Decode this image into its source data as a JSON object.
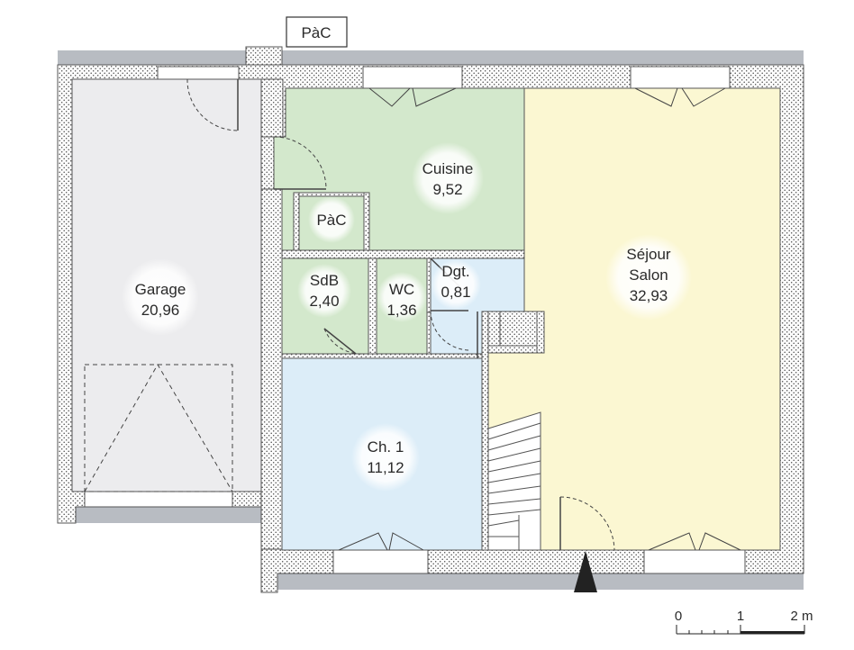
{
  "outside_labels": {
    "pac_outdoor": "PàC"
  },
  "rooms": {
    "cuisine": {
      "name": "Cuisine",
      "area": "9,52",
      "color": "#d3e8cc"
    },
    "sejour": {
      "name1": "Séjour",
      "name2": "Salon",
      "area": "32,93",
      "color": "#fbf7d2"
    },
    "garage": {
      "name": "Garage",
      "area": "20,96",
      "color": "#ececee"
    },
    "pac": {
      "name": "PàC",
      "color": "#d3e8cc"
    },
    "sdb": {
      "name": "SdB",
      "area": "2,40",
      "color": "#d3e8cc"
    },
    "wc": {
      "name": "WC",
      "area": "1,36",
      "color": "#d3e8cc"
    },
    "dgt": {
      "name": "Dgt.",
      "area": "0,81",
      "color": "#dcedf8"
    },
    "chambre1": {
      "name": "Ch. 1",
      "area": "11,12",
      "color": "#dcedf8"
    }
  },
  "scale_bar": {
    "labels": [
      "0",
      "1",
      "2 m"
    ]
  },
  "colors": {
    "wall": "#888888",
    "hatch_dots": "#4a4a4a",
    "ground_band": "#b8bcc2",
    "entrance_arrow": "#222222"
  }
}
